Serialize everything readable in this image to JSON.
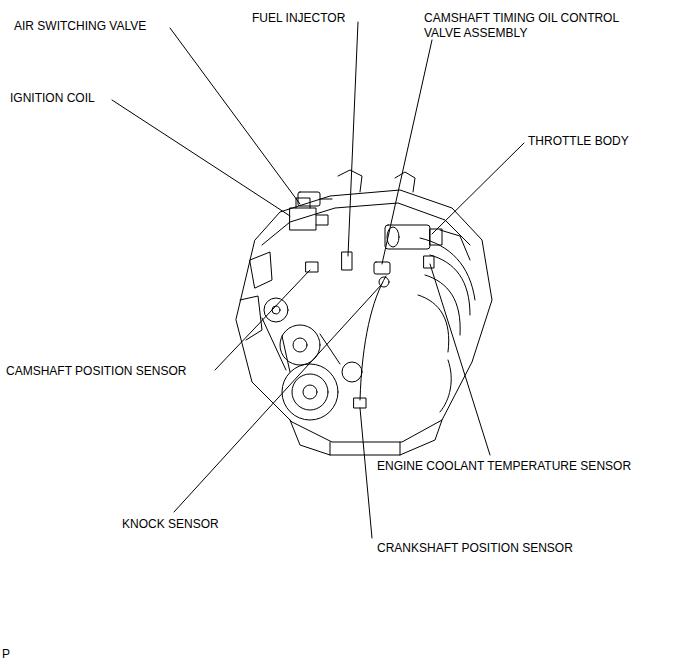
{
  "diagram": {
    "labels": [
      "AIR SWITCHING VALVE",
      "FUEL INJECTOR",
      "CAMSHAFT TIMING OIL CONTROL VALVE ASSEMBLY",
      "IGNITION COIL",
      "THROTTLE BODY",
      "CAMSHAFT POSITION SENSOR",
      "ENGINE COOLANT TEMPERATURE SENSOR",
      "KNOCK SENSOR",
      "CRANKSHAFT POSITION SENSOR",
      "P"
    ]
  }
}
